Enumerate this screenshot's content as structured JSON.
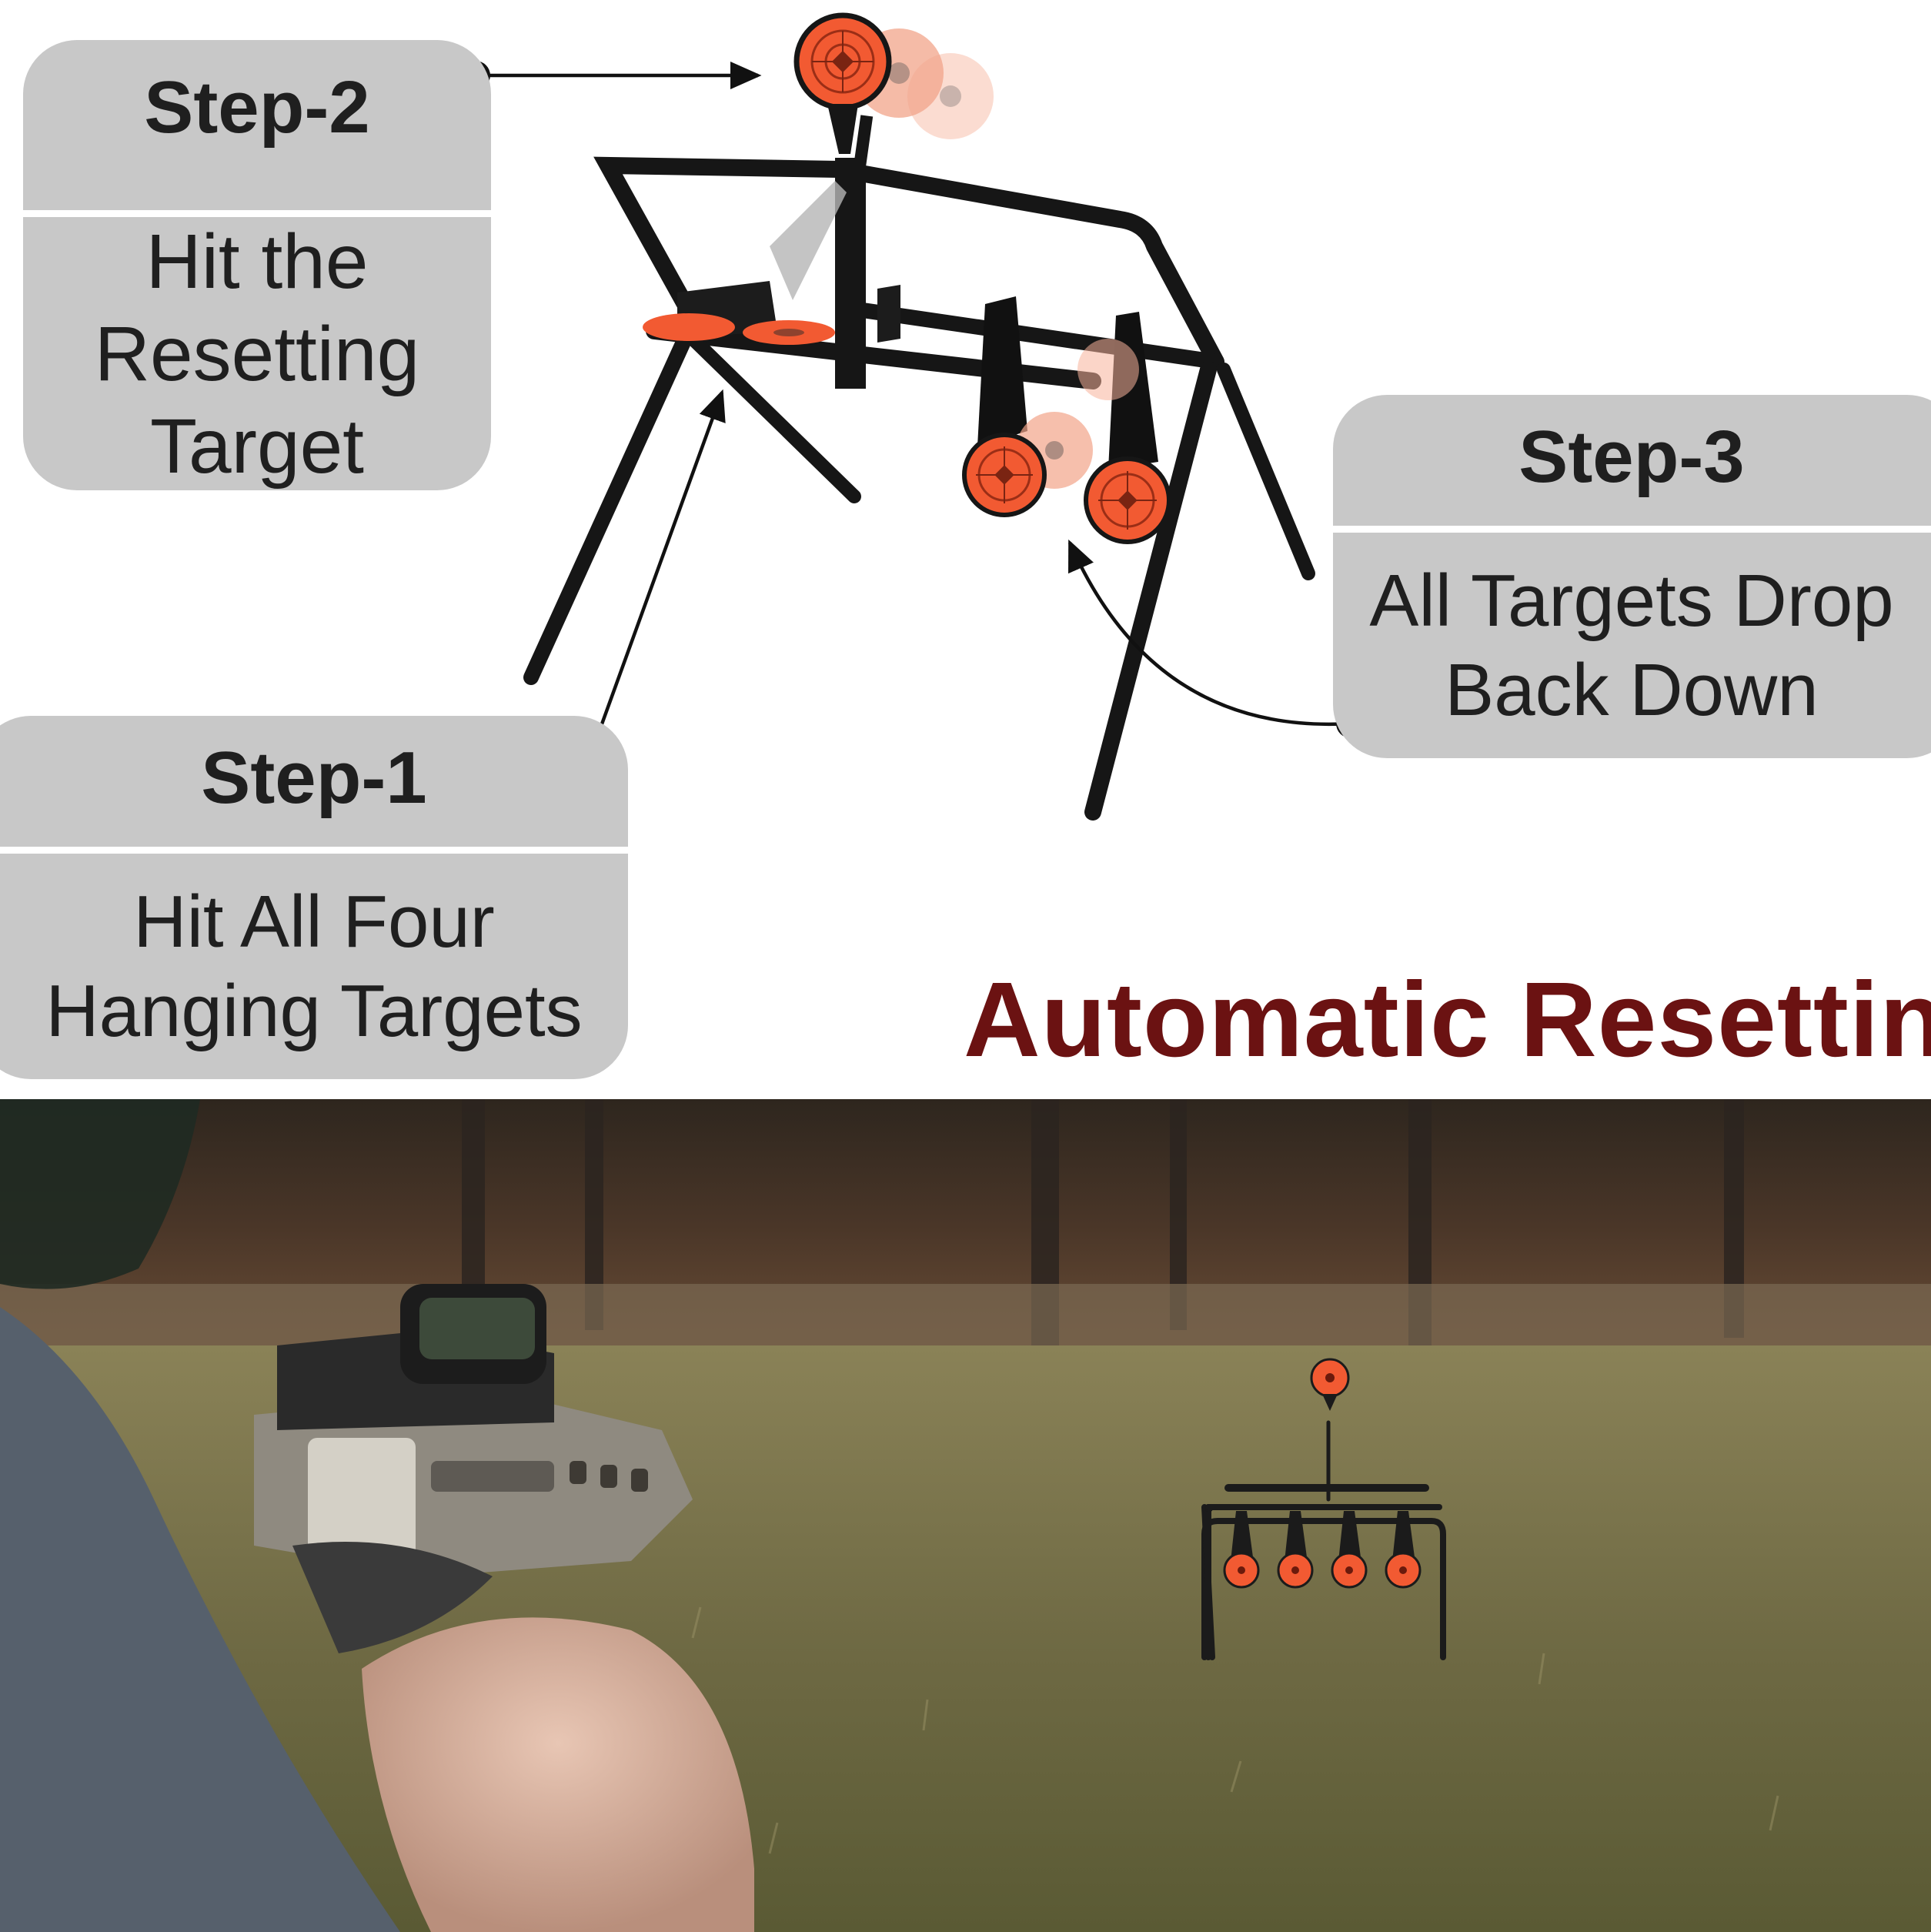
{
  "steps": {
    "step1": {
      "title": "Step-1",
      "lines": [
        "Hit All Four",
        "Hanging Targets"
      ]
    },
    "step2": {
      "title": "Step-2",
      "lines": [
        "Hit the",
        "Resetting",
        "Target"
      ]
    },
    "step3": {
      "title": "Step-3",
      "lines": [
        "All Targets Drop",
        "Back Down"
      ]
    }
  },
  "headline": "Automatic Resetting",
  "colors": {
    "card": "#c8c8c8",
    "headline": "#6b1212",
    "target_orange": "#f25a32",
    "frame": "#161616"
  }
}
